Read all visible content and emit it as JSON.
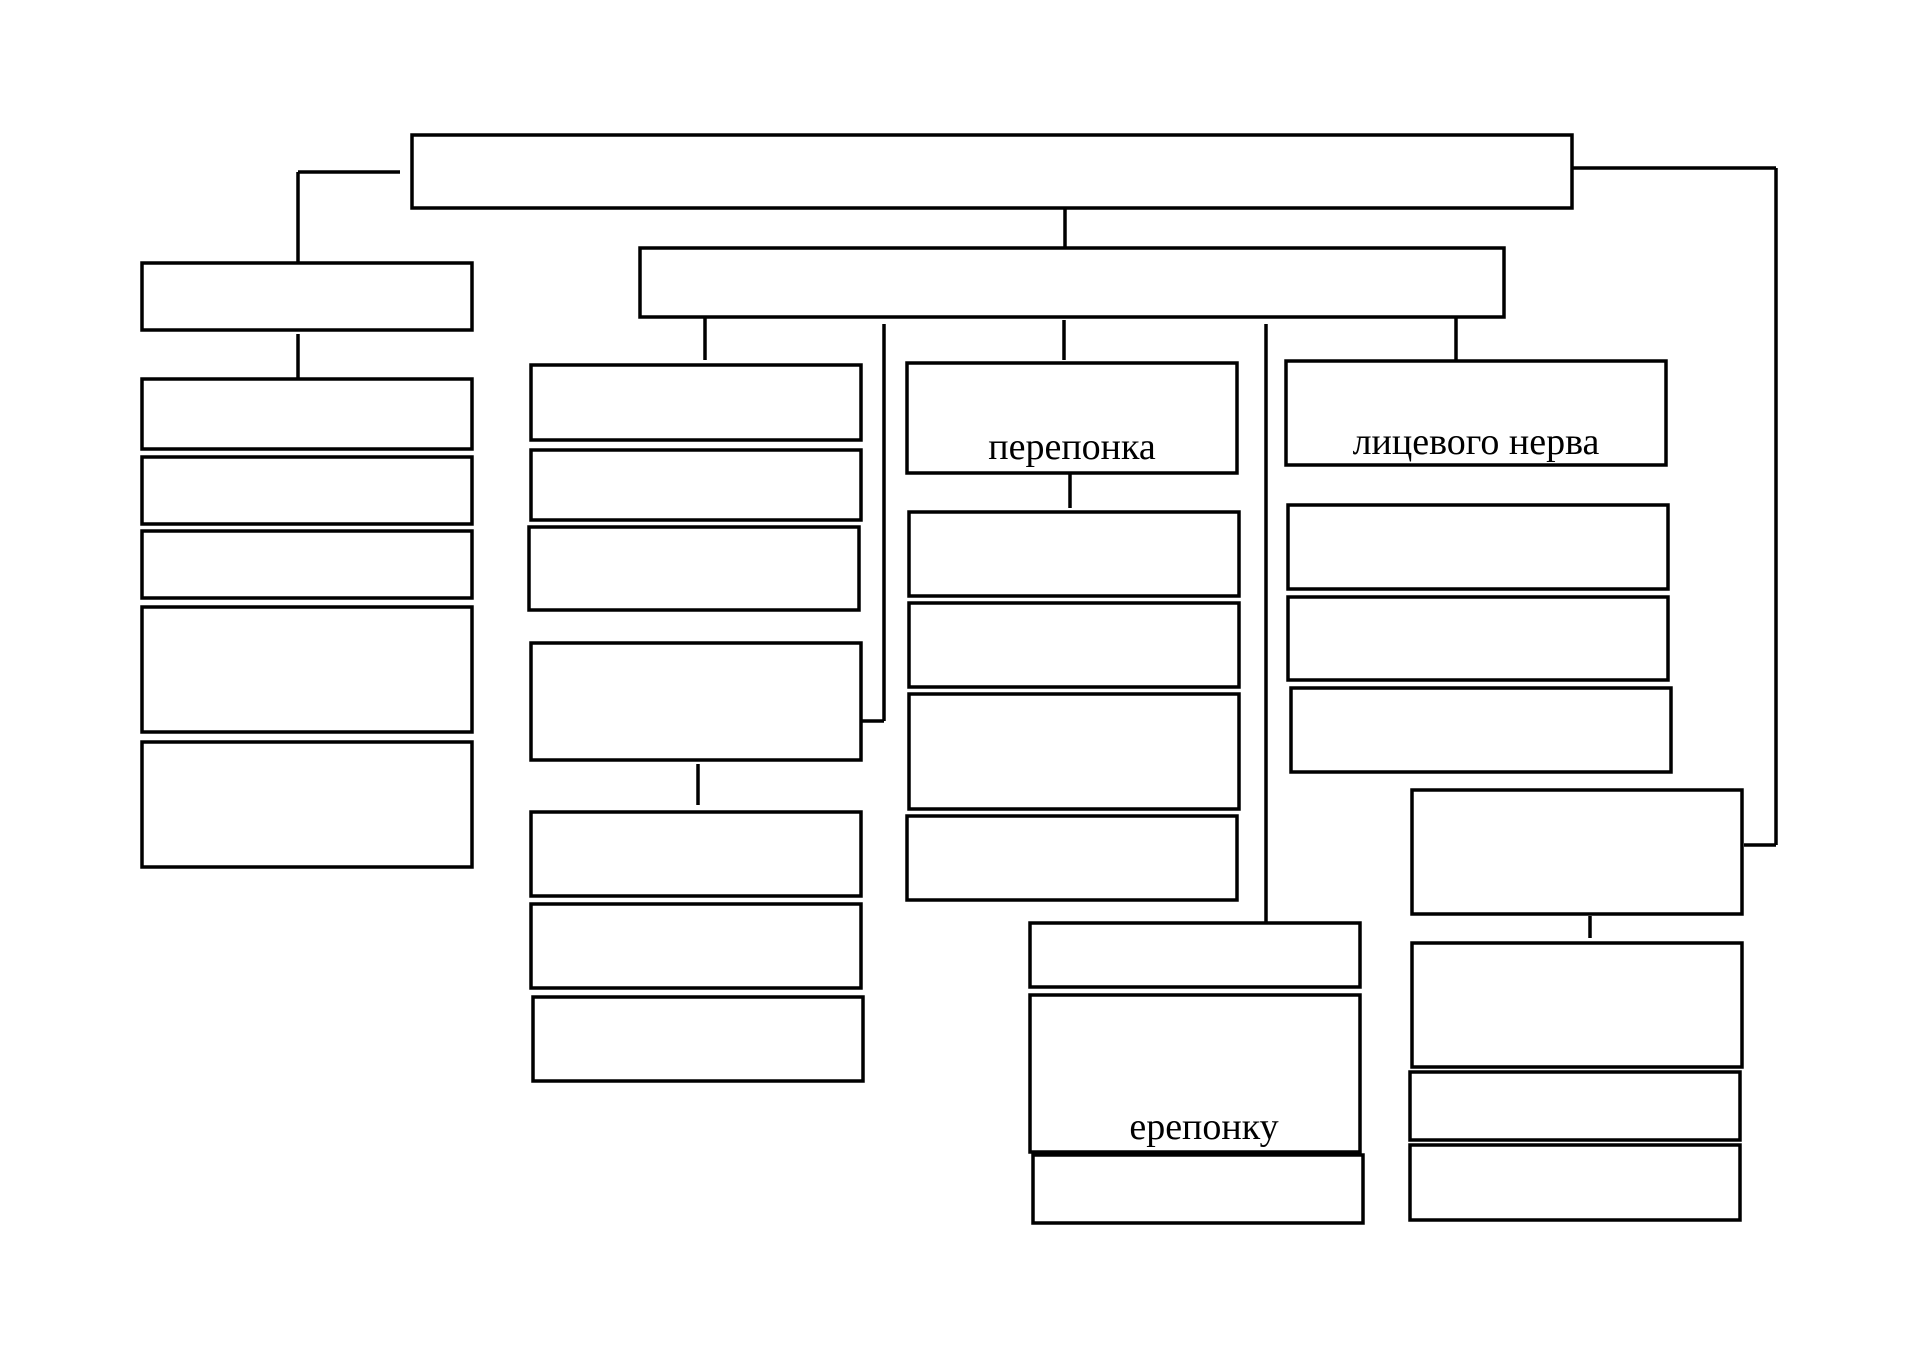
{
  "diagram": {
    "labels": {
      "membrane": "перепонка",
      "facial_nerve": "лицевого нерва",
      "membrane_acc": "ерепонку"
    }
  }
}
